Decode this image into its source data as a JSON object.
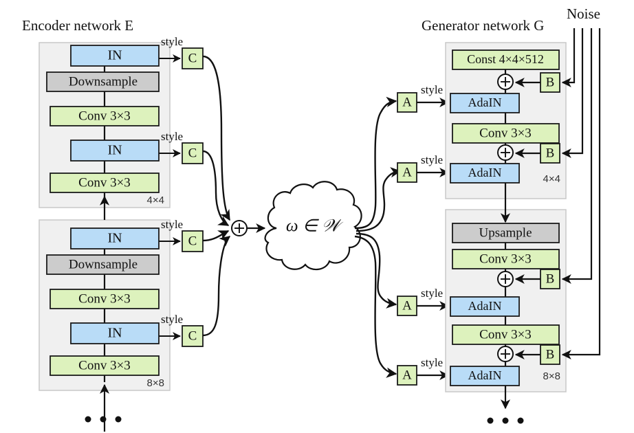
{
  "figure": {
    "encoder_title": "Encoder network E",
    "generator_title": "Generator network G",
    "noise_label": "Noise",
    "latent_label": "ω ∈ 𝒲",
    "plus_symbol": "⊕",
    "ellipsis": "• • •"
  },
  "colors": {
    "panel_fill": "#f0f0f0",
    "panel_stroke": "#c8c8c8",
    "green": "#ddf2bd",
    "blue": "#b9dcf7",
    "gray": "#cccccc",
    "stroke": "#1a1a1a",
    "background": "#ffffff"
  },
  "encoder": {
    "blocks": [
      {
        "resolution": "4×4",
        "layers": [
          {
            "label": "IN",
            "kind": "blue",
            "style_out": "style"
          },
          {
            "label": "Downsample",
            "kind": "gray"
          },
          {
            "label": "Conv 3×3",
            "kind": "green"
          },
          {
            "label": "IN",
            "kind": "blue",
            "style_out": "style"
          },
          {
            "label": "Conv 3×3",
            "kind": "green"
          }
        ]
      },
      {
        "resolution": "8×8",
        "layers": [
          {
            "label": "IN",
            "kind": "blue",
            "style_out": "style"
          },
          {
            "label": "Downsample",
            "kind": "gray"
          },
          {
            "label": "Conv 3×3",
            "kind": "green"
          },
          {
            "label": "IN",
            "kind": "blue",
            "style_out": "style"
          },
          {
            "label": "Conv 3×3",
            "kind": "green"
          }
        ]
      }
    ],
    "mapping_boxes": [
      {
        "label": "C"
      },
      {
        "label": "C"
      },
      {
        "label": "C"
      },
      {
        "label": "C"
      }
    ],
    "style_label": "style"
  },
  "generator": {
    "blocks": [
      {
        "resolution": "4×4",
        "layers": [
          {
            "label": "Const 4×4×512",
            "kind": "green"
          },
          {
            "label": "AdaIN",
            "kind": "blue",
            "style_in": "style"
          },
          {
            "label": "Conv 3×3",
            "kind": "green"
          },
          {
            "label": "AdaIN",
            "kind": "blue",
            "style_in": "style"
          }
        ]
      },
      {
        "resolution": "8×8",
        "layers": [
          {
            "label": "Upsample",
            "kind": "gray"
          },
          {
            "label": "Conv 3×3",
            "kind": "green"
          },
          {
            "label": "AdaIN",
            "kind": "blue",
            "style_in": "style"
          },
          {
            "label": "Conv 3×3",
            "kind": "green"
          },
          {
            "label": "AdaIN",
            "kind": "blue",
            "style_in": "style"
          }
        ]
      }
    ],
    "affine_boxes": [
      {
        "label": "A"
      },
      {
        "label": "A"
      },
      {
        "label": "A"
      },
      {
        "label": "A"
      }
    ],
    "noise_boxes": [
      {
        "label": "B"
      },
      {
        "label": "B"
      },
      {
        "label": "B"
      },
      {
        "label": "B"
      }
    ],
    "style_label": "style"
  }
}
